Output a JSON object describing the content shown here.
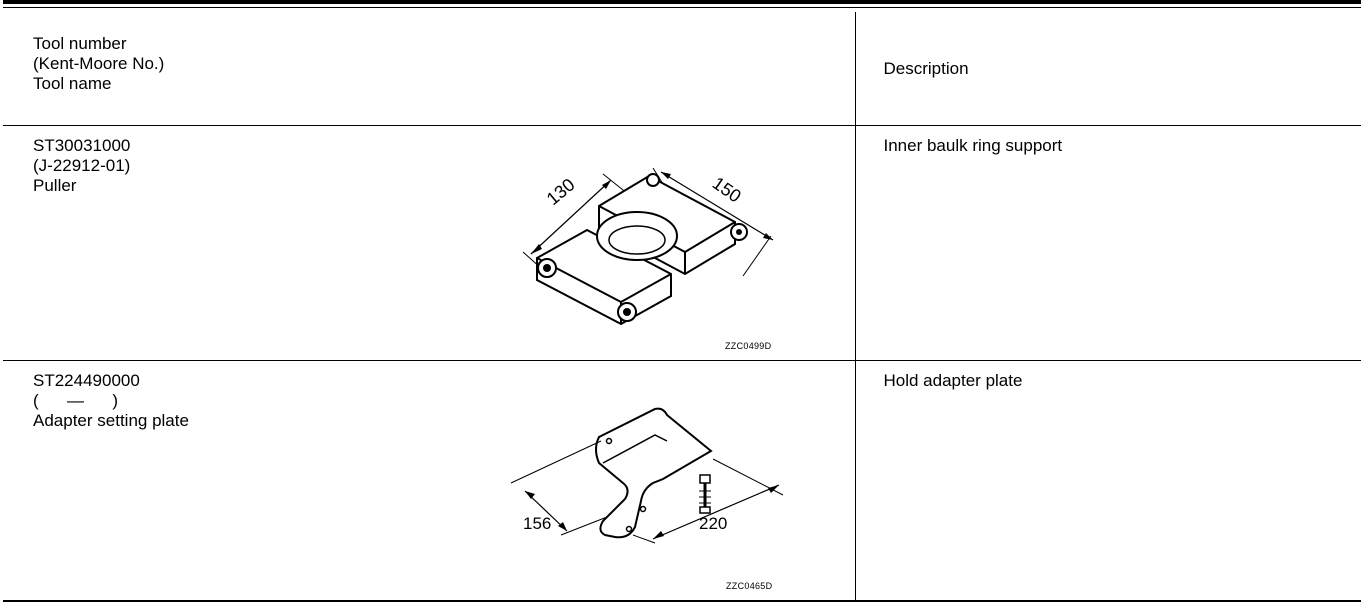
{
  "header": {
    "col1_lines": [
      "Tool number",
      "(Kent-Moore No.)",
      "Tool name"
    ],
    "col2": "Description"
  },
  "rows": [
    {
      "lines": [
        "ST30031000",
        "(J-22912-01)",
        "Puller"
      ],
      "description": "Inner baulk ring support",
      "figure_code": "ZZC0499D",
      "dim_a": "130",
      "dim_b": "150"
    },
    {
      "lines": [
        "ST224490000",
        "(      —      )",
        "Adapter setting plate"
      ],
      "description": "Hold adapter plate",
      "figure_code": "ZZC0465D",
      "dim_a": "156",
      "dim_b": "220"
    }
  ]
}
